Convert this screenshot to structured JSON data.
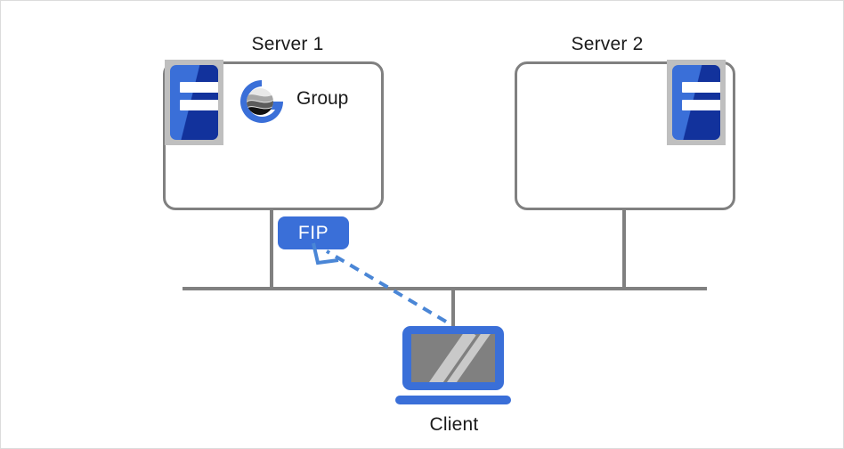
{
  "diagram": {
    "type": "network-topology",
    "background_color": "#ffffff",
    "border_color": "#dcdcdc",
    "line_color": "#808080",
    "accent_blue": "#3a6fd8",
    "dark_blue": "#12329c",
    "screen_gray": "#808080"
  },
  "nodes": {
    "server1": {
      "title": "Server 1",
      "icon": "server-rack-icon",
      "group_label": "Group",
      "group_logo": "group-globe-g-logo",
      "active": true
    },
    "server2": {
      "title": "Server 2",
      "icon": "server-rack-icon",
      "active": false
    },
    "client": {
      "title": "Client",
      "icon": "laptop-icon"
    }
  },
  "badges": {
    "fip": {
      "label": "FIP",
      "color": "#3a6fd8",
      "text_color": "#ffffff",
      "attached_to": "server1"
    }
  },
  "connections": {
    "bus_label": "network-bus",
    "arrow": {
      "style": "dashed",
      "color": "#4a86d6",
      "from": "client",
      "to": "fip",
      "direction": "client-to-fip"
    }
  }
}
